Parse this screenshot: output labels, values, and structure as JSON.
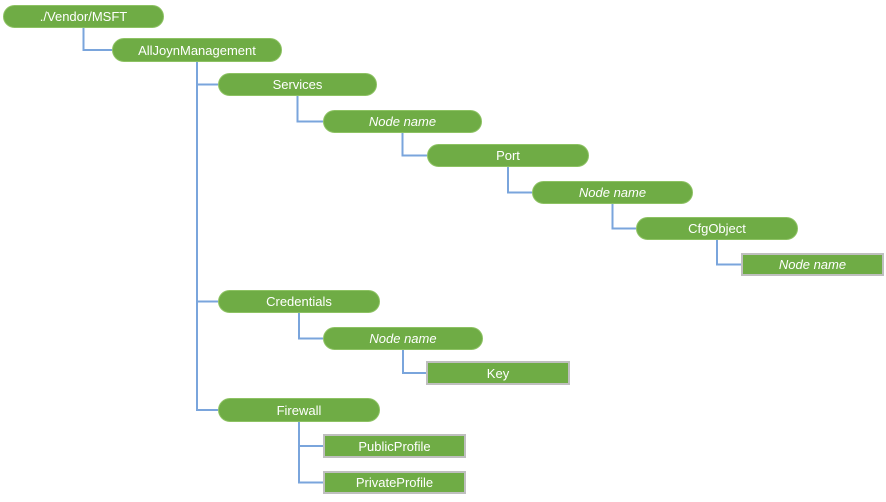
{
  "diagram": {
    "type": "tree",
    "nodes": [
      {
        "id": "vendor-msft",
        "label": "./Vendor/MSFT",
        "shape": "pill",
        "italic": false
      },
      {
        "id": "alljoyn-management",
        "label": "AllJoynManagement",
        "shape": "pill",
        "italic": false
      },
      {
        "id": "services",
        "label": "Services",
        "shape": "pill",
        "italic": false
      },
      {
        "id": "services-node-name",
        "label": "Node name",
        "shape": "pill",
        "italic": true
      },
      {
        "id": "port",
        "label": "Port",
        "shape": "pill",
        "italic": false
      },
      {
        "id": "port-node-name",
        "label": "Node name",
        "shape": "pill",
        "italic": true
      },
      {
        "id": "cfgobject",
        "label": "CfgObject",
        "shape": "pill",
        "italic": false
      },
      {
        "id": "cfgobject-node-name",
        "label": "Node name",
        "shape": "rect",
        "italic": true
      },
      {
        "id": "credentials",
        "label": "Credentials",
        "shape": "pill",
        "italic": false
      },
      {
        "id": "credentials-node-name",
        "label": "Node name",
        "shape": "pill",
        "italic": true
      },
      {
        "id": "key",
        "label": "Key",
        "shape": "rect",
        "italic": false
      },
      {
        "id": "firewall",
        "label": "Firewall",
        "shape": "pill",
        "italic": false
      },
      {
        "id": "publicprofile",
        "label": "PublicProfile",
        "shape": "rect",
        "italic": false
      },
      {
        "id": "privateprofile",
        "label": "PrivateProfile",
        "shape": "rect",
        "italic": false
      }
    ],
    "edges": [
      {
        "from": "vendor-msft",
        "to": "alljoyn-management"
      },
      {
        "from": "alljoyn-management",
        "to": "services"
      },
      {
        "from": "alljoyn-management",
        "to": "credentials"
      },
      {
        "from": "alljoyn-management",
        "to": "firewall"
      },
      {
        "from": "services",
        "to": "services-node-name"
      },
      {
        "from": "services-node-name",
        "to": "port"
      },
      {
        "from": "port",
        "to": "port-node-name"
      },
      {
        "from": "port-node-name",
        "to": "cfgobject"
      },
      {
        "from": "cfgobject",
        "to": "cfgobject-node-name"
      },
      {
        "from": "credentials",
        "to": "credentials-node-name"
      },
      {
        "from": "credentials-node-name",
        "to": "key"
      },
      {
        "from": "firewall",
        "to": "publicprofile"
      },
      {
        "from": "firewall",
        "to": "privateprofile"
      }
    ],
    "colors": {
      "node_fill": "#6FAC45",
      "pill_border": "#8DC263",
      "rect_border": "#BFBFBF",
      "connector": "#7AA5DC",
      "text": "#FFFFFF",
      "background": "#FFFFFF"
    }
  }
}
